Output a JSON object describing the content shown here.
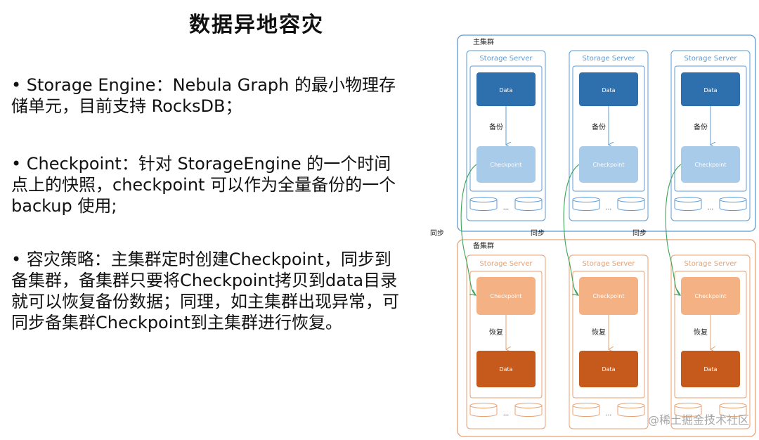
{
  "title": "数据异地容灾",
  "bullets": [
    "• Storage Engine：Nebula Graph 的最小物理存储单元，目前支持 RocksDB；",
    "• Checkpoint：针对 StorageEngine 的一个时间点上的快照，checkpoint 可以作为全量备份的一个 backup 使用;",
    "• 容灾策略：主集群定时创建Checkpoint，同步到备集群，备集群只要将Checkpoint拷贝到data目录就可以恢复备份数据；同理，如主集群出现异常，可同步备集群Checkpoint到主集群进行恢复。"
  ],
  "diagram": {
    "main_cluster_label": "主集群",
    "backup_cluster_label": "备集群",
    "server_label": "Storage Server",
    "data_label": "Data",
    "checkpoint_label": "Checkpoint",
    "backup_action": "备份",
    "restore_action": "恢复",
    "sync_label": "同步",
    "ellipsis": "...",
    "colors": {
      "main_border": "#5b9bd5",
      "data_main": "#2e6fae",
      "checkpoint_main": "#a9cbea",
      "backup_border": "#e8a070",
      "checkpoint_backup": "#f4b183",
      "data_backup": "#c55a1c",
      "sync_arrow": "#3aa657"
    }
  },
  "watermark": "@稀土掘金技术社区"
}
